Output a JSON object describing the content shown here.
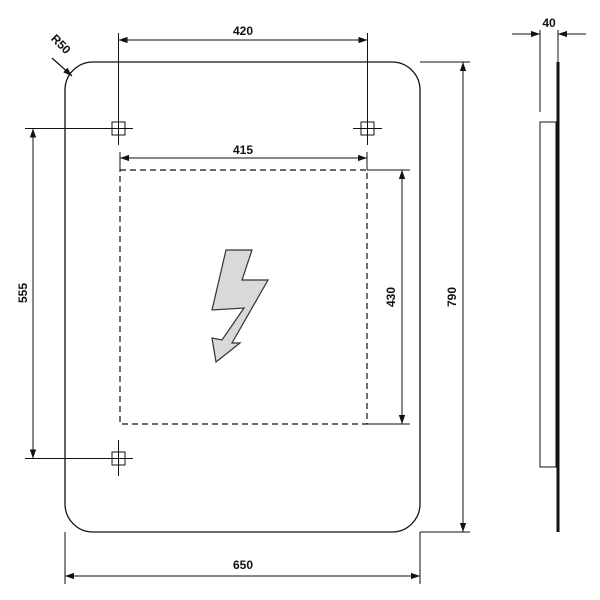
{
  "drawing": {
    "dimensions": {
      "radius": "R50",
      "top_hole_spacing": "420",
      "cutout_width": "415",
      "cutout_height": "430",
      "overall_height": "790",
      "overall_width": "650",
      "vertical_hole_spacing": "555",
      "thickness": "40"
    },
    "symbol": "lightning-bolt-icon",
    "colors": {
      "line": "#111111",
      "bolt_fill": "#d9d9d9",
      "bolt_stroke": "#333333"
    }
  }
}
